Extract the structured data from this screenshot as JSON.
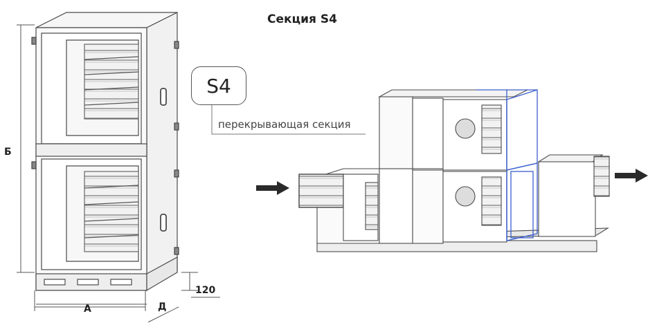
{
  "title": "Секция S4",
  "callout": {
    "badge": "S4",
    "caption": "перекрывающая секция"
  },
  "dimensions": {
    "height_label": "Б",
    "width_label": "А",
    "depth_label": "Д",
    "base_height": "120"
  },
  "colors": {
    "line": "#4a4a4a",
    "panel": "#efefef",
    "highlight": "#3a5fcd",
    "arrow": "#2a2a2a"
  }
}
